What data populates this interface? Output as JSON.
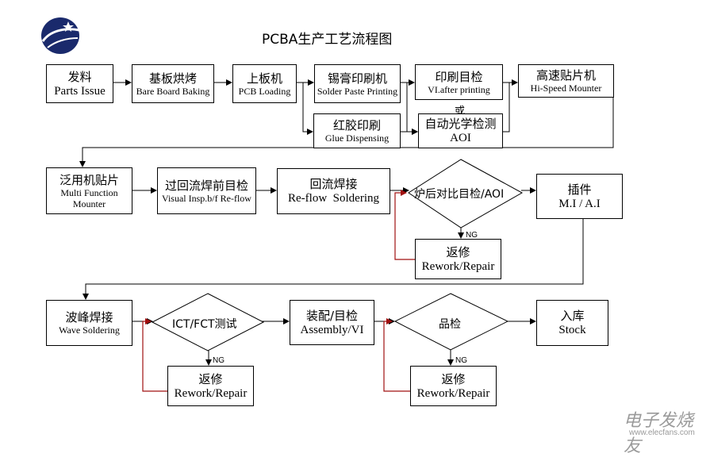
{
  "title": "PCBA生产工艺流程图",
  "steps": {
    "parts_issue": {
      "cn": "发料",
      "en": "Parts Issue"
    },
    "bare_board_baking": {
      "cn": "基板烘烤",
      "en": "Bare Board Baking"
    },
    "pcb_loading": {
      "cn": "上板机",
      "en": "PCB Loading"
    },
    "solder_paste_printing": {
      "cn": "锡膏印刷机",
      "en": "Solder Paste Printing"
    },
    "vi_after_printing": {
      "cn": "印刷目检",
      "en": "VI.after printing"
    },
    "hi_speed_mounter": {
      "cn": "高速贴片机",
      "en": "Hi-Speed Mounter"
    },
    "glue_dispensing": {
      "cn": "红胶印刷",
      "en": "Glue Dispensing"
    },
    "aoi": {
      "cn": "自动光学检测",
      "en": "AOI"
    },
    "multi_function_mounter": {
      "cn": "泛用机贴片",
      "en1": "Multi Function",
      "en2": "Mounter"
    },
    "visual_insp_before_reflow": {
      "cn": "过回流焊前目检",
      "en": "Visual Insp.b/f Re-flow"
    },
    "reflow_soldering": {
      "cn": "回流焊接",
      "en": "Re-flow  Soldering"
    },
    "furnace_visual_check": {
      "cn": "炉后对比目检/AOI"
    },
    "insertion": {
      "cn": "插件",
      "en": "M.I / A.I"
    },
    "repair_1": {
      "cn": "返修",
      "en": "Rework/Repair"
    },
    "wave_soldering": {
      "cn": "波峰焊接",
      "en": "Wave Soldering"
    },
    "ict_fct_test": {
      "cn": "ICT/FCT测试"
    },
    "assembly_vi": {
      "cn": "装配/目检",
      "en": "Assembly/VI"
    },
    "quality_check": {
      "cn": "品检"
    },
    "stock": {
      "cn": "入库",
      "en": "Stock"
    },
    "repair_2": {
      "cn": "返修",
      "en": "Rework/Repair"
    },
    "repair_3": {
      "cn": "返修",
      "en": "Rework/Repair"
    }
  },
  "or_label": "或",
  "ng_label": "NG",
  "watermark": {
    "cn": "电子发烧友",
    "url": "www.elecfans.com"
  },
  "colors": {
    "line": "#000000",
    "rework_line": "#a01010",
    "logo": "#1a2a6c"
  }
}
